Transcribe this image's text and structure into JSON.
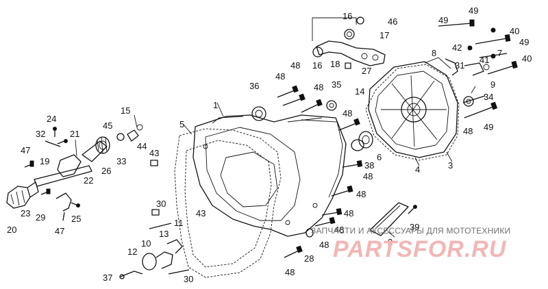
{
  "callouts": [
    {
      "id": "1",
      "text": "1"
    },
    {
      "id": "2",
      "text": "2"
    },
    {
      "id": "3",
      "text": "3"
    },
    {
      "id": "4",
      "text": "4"
    },
    {
      "id": "5",
      "text": "5"
    },
    {
      "id": "6",
      "text": "6"
    },
    {
      "id": "7",
      "text": "7"
    },
    {
      "id": "8",
      "text": "8"
    },
    {
      "id": "9",
      "text": "9"
    },
    {
      "id": "10",
      "text": "10"
    },
    {
      "id": "11",
      "text": "11"
    },
    {
      "id": "12",
      "text": "12"
    },
    {
      "id": "13",
      "text": "13"
    },
    {
      "id": "14",
      "text": "14"
    },
    {
      "id": "15",
      "text": "15"
    },
    {
      "id": "16",
      "text": "16"
    },
    {
      "id": "16",
      "text": "16"
    },
    {
      "id": "17",
      "text": "17"
    },
    {
      "id": "18",
      "text": "18"
    },
    {
      "id": "19",
      "text": "19"
    },
    {
      "id": "20",
      "text": "20"
    },
    {
      "id": "21",
      "text": "21"
    },
    {
      "id": "22",
      "text": "22"
    },
    {
      "id": "23",
      "text": "23"
    },
    {
      "id": "24",
      "text": "24"
    },
    {
      "id": "25",
      "text": "25"
    },
    {
      "id": "26",
      "text": "26"
    },
    {
      "id": "27",
      "text": "27"
    },
    {
      "id": "28",
      "text": "28"
    },
    {
      "id": "29",
      "text": "29"
    },
    {
      "id": "30",
      "text": "30"
    },
    {
      "id": "30",
      "text": "30"
    },
    {
      "id": "31",
      "text": "31"
    },
    {
      "id": "32",
      "text": "32"
    },
    {
      "id": "33",
      "text": "33"
    },
    {
      "id": "34",
      "text": "34"
    },
    {
      "id": "35",
      "text": "35"
    },
    {
      "id": "36",
      "text": "36"
    },
    {
      "id": "37",
      "text": "37"
    },
    {
      "id": "38",
      "text": "38"
    },
    {
      "id": "39",
      "text": "39"
    },
    {
      "id": "40",
      "text": "40"
    },
    {
      "id": "40",
      "text": "40"
    },
    {
      "id": "41",
      "text": "41"
    },
    {
      "id": "42",
      "text": "42"
    },
    {
      "id": "43",
      "text": "43"
    },
    {
      "id": "43",
      "text": "43"
    },
    {
      "id": "44",
      "text": "44"
    },
    {
      "id": "45",
      "text": "45"
    },
    {
      "id": "46",
      "text": "46"
    },
    {
      "id": "47",
      "text": "47"
    },
    {
      "id": "47",
      "text": "47"
    },
    {
      "id": "48",
      "text": "48"
    },
    {
      "id": "48",
      "text": "48"
    },
    {
      "id": "48",
      "text": "48"
    },
    {
      "id": "48",
      "text": "48"
    },
    {
      "id": "48",
      "text": "48"
    },
    {
      "id": "48",
      "text": "48"
    },
    {
      "id": "48",
      "text": "48"
    },
    {
      "id": "48",
      "text": "48"
    },
    {
      "id": "48",
      "text": "48"
    },
    {
      "id": "48",
      "text": "48"
    },
    {
      "id": "48",
      "text": "48"
    },
    {
      "id": "49",
      "text": "49"
    },
    {
      "id": "49",
      "text": "49"
    },
    {
      "id": "49",
      "text": "49"
    },
    {
      "id": "49",
      "text": "49"
    }
  ],
  "watermark": {
    "caption": "ЗАПЧАСТИ И АКСЕССУАРЫ ДЛЯ МОТОТЕХНИКИ",
    "logo": "PARTSFOR.RU"
  }
}
